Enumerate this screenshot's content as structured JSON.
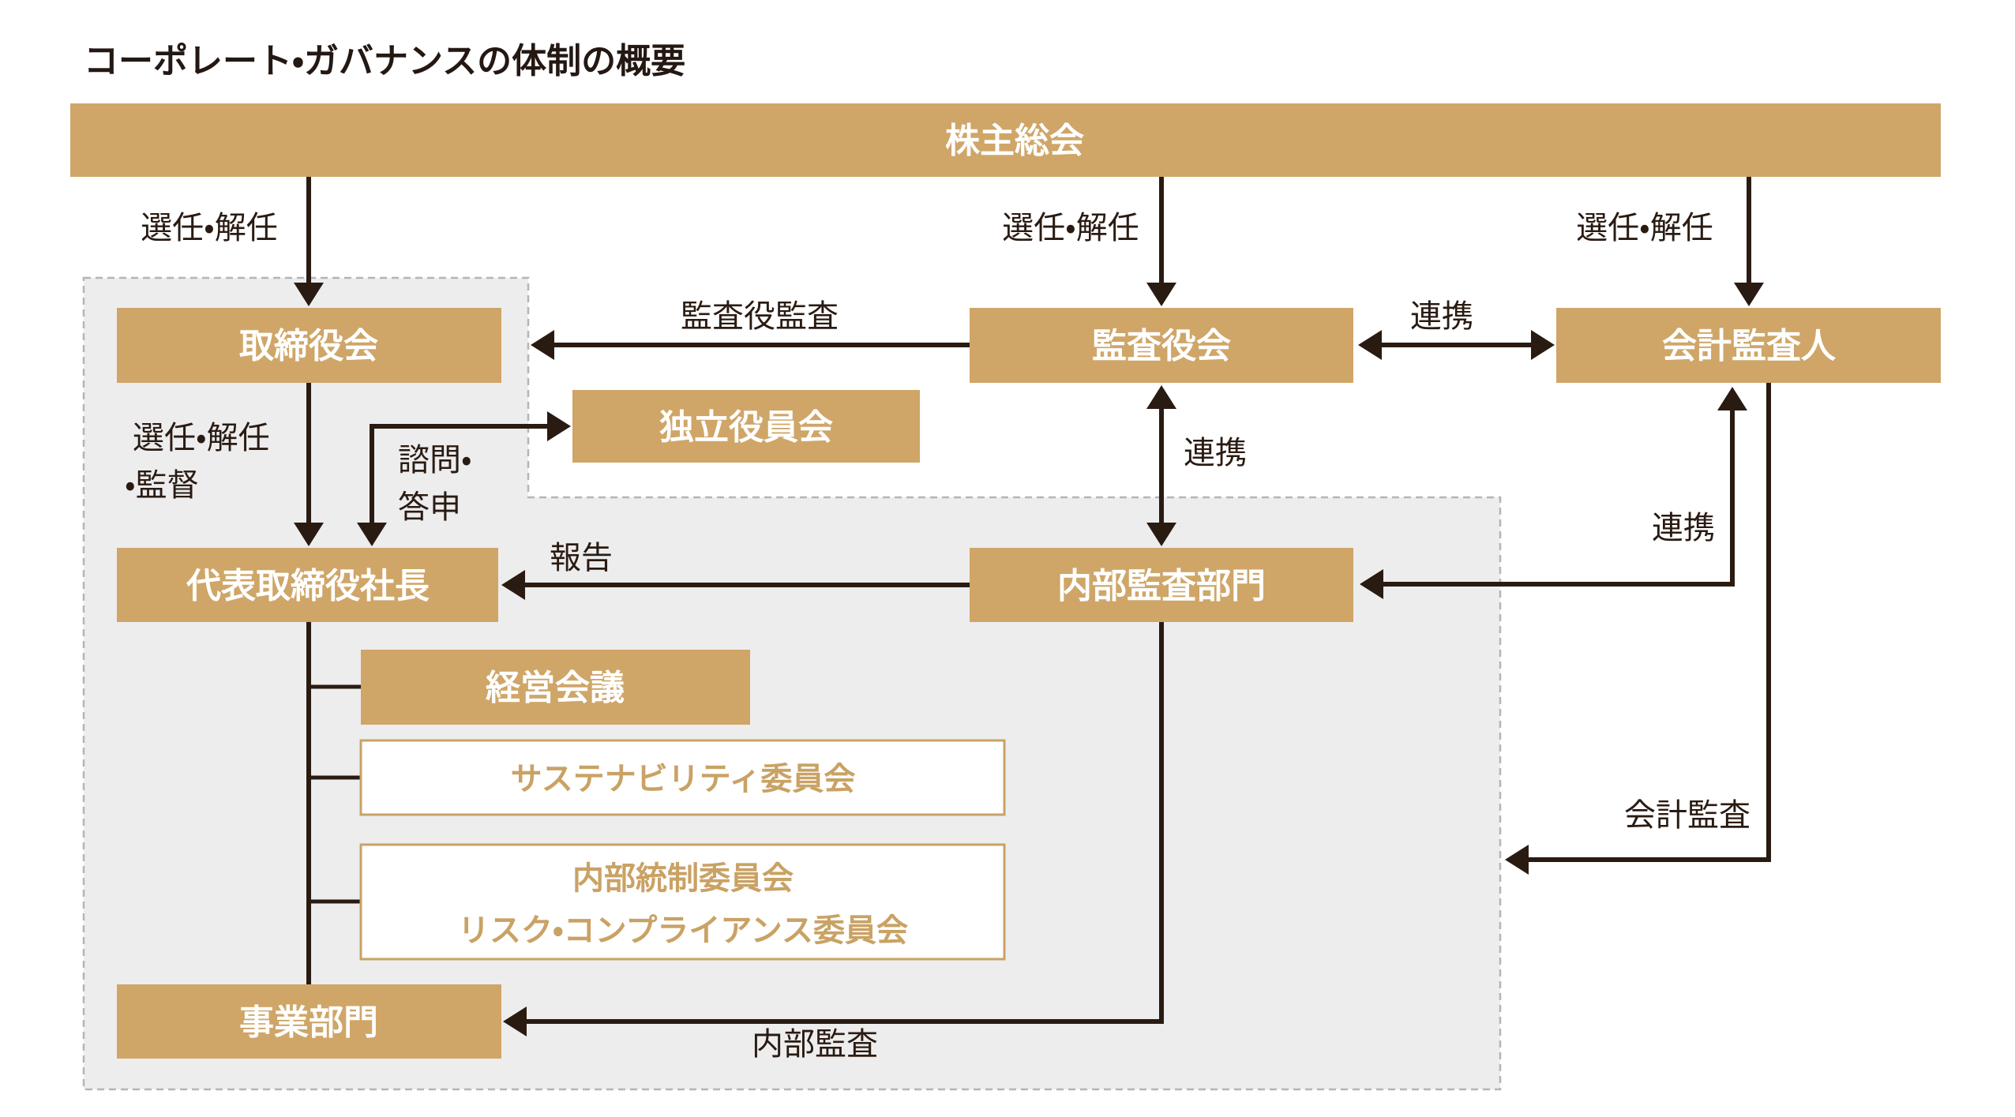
{
  "title": "コーポレート・ガバナンスの体制の概要",
  "colors": {
    "box_fill": "#cfa668",
    "committee_accent": "#c9a264",
    "area_bg": "#ededee",
    "area_dash": "#b5b5b7",
    "line": "#2a1b12",
    "box_text": "#ffffff"
  },
  "nodes": {
    "shareholders": "株主総会",
    "board": "取締役会",
    "audit_board": "監査役会",
    "accounting_auditor": "会計監査人",
    "independent_officers": "独立役員会",
    "president": "代表取締役社長",
    "internal_audit_dept": "内部監査部門",
    "management_council": "経営会議",
    "sustainability_committee": "サステナビリティ委員会",
    "internal_control_committee_line1": "内部統制委員会",
    "internal_control_committee_line2": "リスク・コンプライアンス委員会",
    "business_divisions": "事業部門"
  },
  "edge_labels": {
    "appoint_dismiss_board": "選任・解任",
    "appoint_dismiss_audit": "選任・解任",
    "appoint_dismiss_acct": "選任・解任",
    "auditor_audit": "監査役監査",
    "cooperation_top": "連携",
    "cooperation_mid": "連携",
    "cooperation_right": "連携",
    "appoint_supervise_line1": "選任・解任",
    "appoint_supervise_line2": "・監督",
    "consult_line1": "諮問・",
    "consult_line2": "答申",
    "report": "報告",
    "internal_audit": "内部監査",
    "accounting_audit": "会計監査"
  }
}
